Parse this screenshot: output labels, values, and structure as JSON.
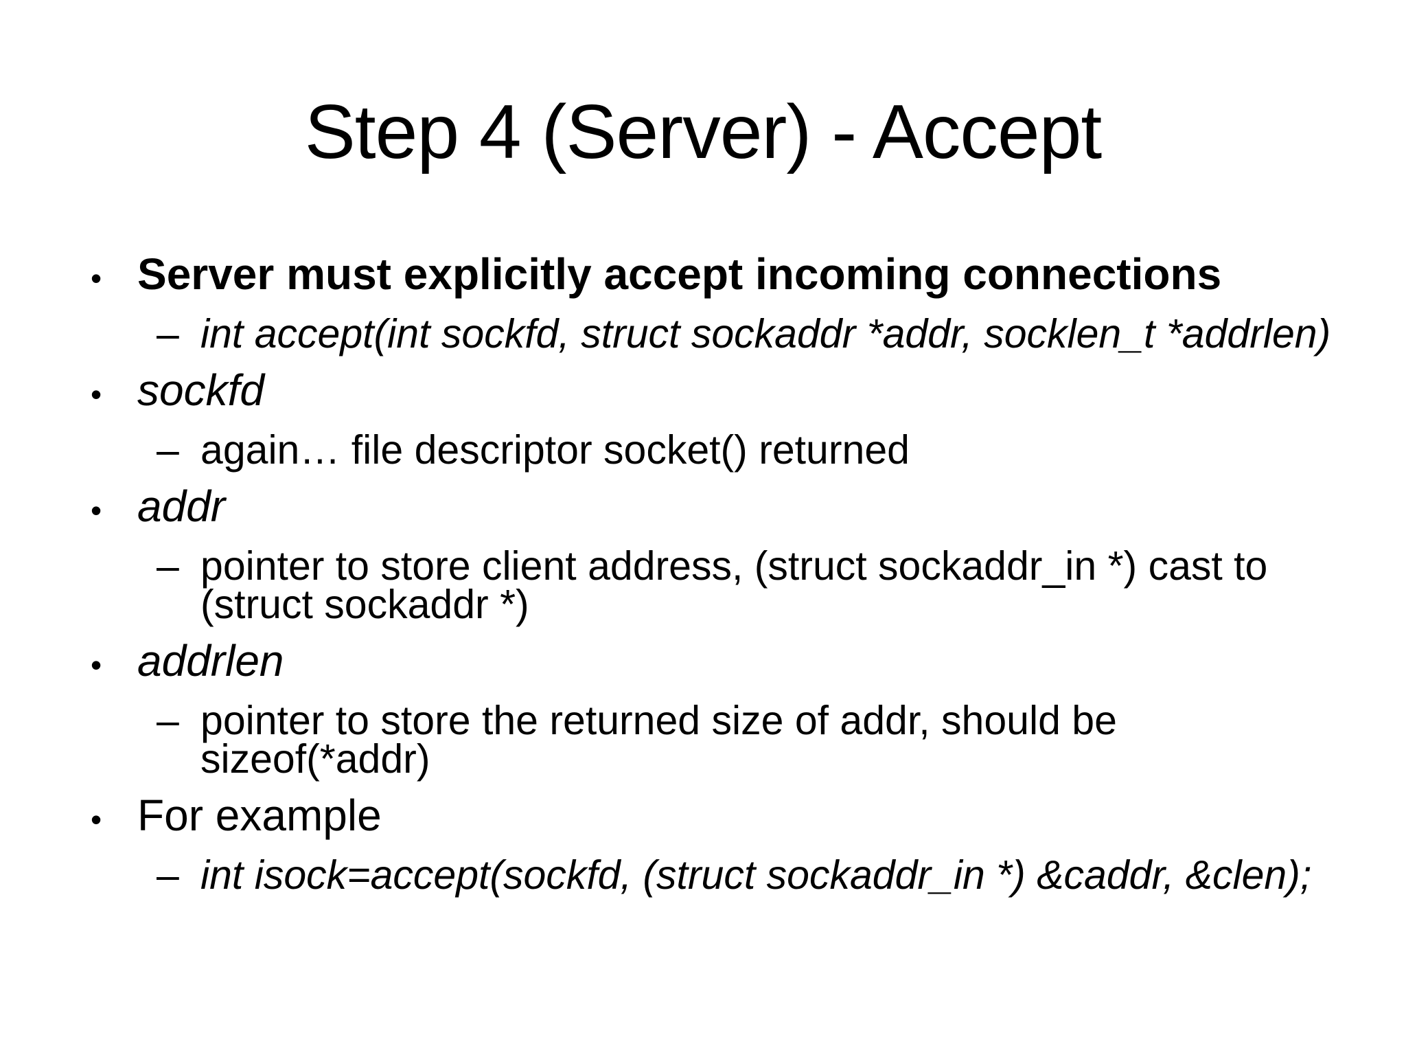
{
  "slide": {
    "title": "Step 4 (Server) - Accept",
    "background_color": "#ffffff",
    "text_color": "#000000",
    "markers": {
      "level1": "•",
      "level2": "–"
    },
    "items": [
      {
        "level": 1,
        "emphasis": "bold",
        "lines": [
          "Server must explicitly accept incoming connections"
        ]
      },
      {
        "level": 2,
        "emphasis": "italic",
        "lines": [
          "int accept(int sockfd, struct sockaddr *addr, socklen_t *addrlen)"
        ]
      },
      {
        "level": 1,
        "emphasis": "italic",
        "lines": [
          "sockfd"
        ]
      },
      {
        "level": 2,
        "emphasis": "none",
        "lines": [
          "again… file descriptor socket() returned"
        ]
      },
      {
        "level": 1,
        "emphasis": "italic",
        "lines": [
          "addr"
        ]
      },
      {
        "level": 2,
        "emphasis": "none",
        "lines": [
          "pointer to store client address, (struct sockaddr_in *) cast to",
          "(struct sockaddr *)"
        ]
      },
      {
        "level": 1,
        "emphasis": "italic",
        "lines": [
          "addrlen"
        ]
      },
      {
        "level": 2,
        "emphasis": "none",
        "lines": [
          "pointer to store the returned size of addr, should be",
          "sizeof(*addr)"
        ]
      },
      {
        "level": 1,
        "emphasis": "none",
        "lines": [
          "For example"
        ]
      },
      {
        "level": 2,
        "emphasis": "italic",
        "lines": [
          "int isock=accept(sockfd, (struct sockaddr_in *) &caddr, &clen);"
        ]
      }
    ]
  }
}
